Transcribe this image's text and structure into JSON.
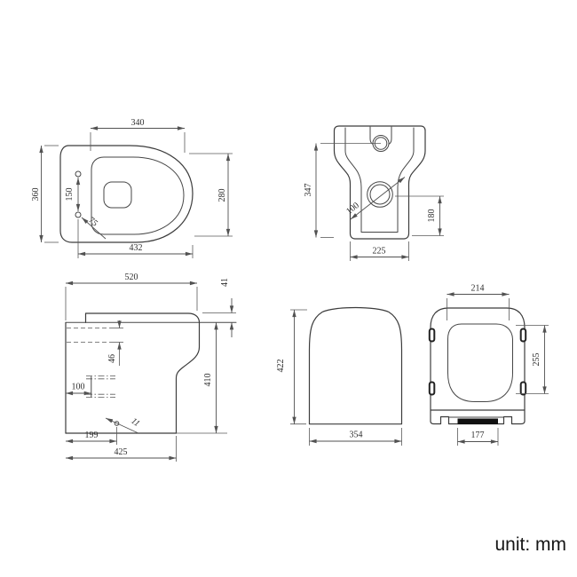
{
  "unit_label": "unit: mm",
  "colors": {
    "outline": "#3c3c3c",
    "dimension": "#525252",
    "text": "#2e2e2e",
    "background": "#ffffff",
    "seat_pad_fill": "#111111"
  },
  "views": {
    "top": {
      "title": "toilet-top-view",
      "dims": {
        "rim_width": "340",
        "overall_depth": "360",
        "bowl_length": "280",
        "overall_width": "432",
        "hole_pitch": "150",
        "hole_offset": "75"
      }
    },
    "rear": {
      "title": "toilet-rear-view",
      "dims": {
        "overall_height": "347",
        "outlet_diameter": "100",
        "base_width": "225",
        "outlet_center_height": "180"
      }
    },
    "side": {
      "title": "toilet-side-view",
      "dims": {
        "overall_depth": "520",
        "seat_thickness": "41",
        "fixing_plate_height": "46",
        "inlet_offset": "100",
        "bowl_height": "410",
        "outlet_setout": "199",
        "base_depth": "425",
        "leader_note": "11"
      }
    },
    "front": {
      "title": "toilet-front-silhouette",
      "dims": {
        "overall_height": "422",
        "overall_width": "354"
      }
    },
    "seat": {
      "title": "seat-underside-view",
      "dims": {
        "opening_width": "214",
        "opening_depth": "255",
        "hinge_pitch": "177"
      }
    }
  }
}
